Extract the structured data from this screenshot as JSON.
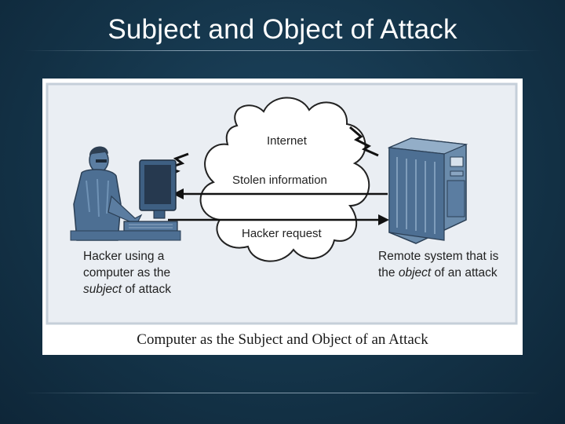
{
  "slide": {
    "title": "Subject and Object of Attack"
  },
  "diagram": {
    "cloud_label": "Internet",
    "arrow_top_label": "Stolen information",
    "arrow_bottom_label": "Hacker request",
    "hacker": {
      "line1": "Hacker using a",
      "line2": "computer as the",
      "line3_em": "subject",
      "line3_rest": " of attack"
    },
    "remote": {
      "line1": "Remote system that is",
      "line2_pre": "the ",
      "line2_em": "object",
      "line2_rest": " of an attack"
    },
    "caption": "Computer as the Subject and Object of an Attack"
  },
  "colors": {
    "background": "#143449",
    "figure_bg": "#ffffff",
    "illustration_blue": "#4d6f93",
    "panel_bg": "#eaeef3"
  }
}
